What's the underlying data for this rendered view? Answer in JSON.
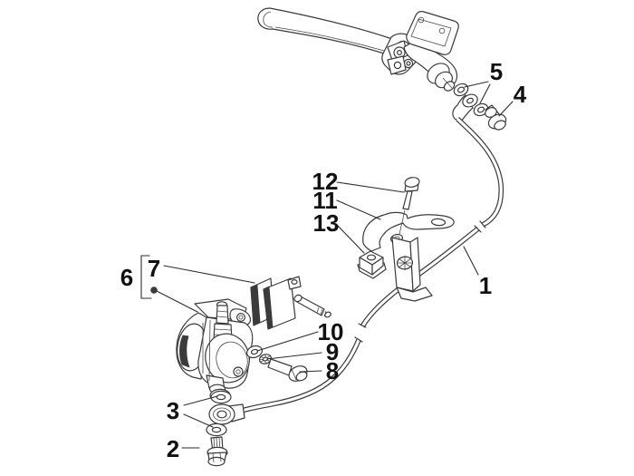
{
  "figure": {
    "background_color": "#ffffff",
    "line_color": "#3b3b3b",
    "label_color": "#111111",
    "callouts": [
      {
        "id": 1,
        "label": "1"
      },
      {
        "id": 2,
        "label": "2"
      },
      {
        "id": 3,
        "label": "3"
      },
      {
        "id": 4,
        "label": "4"
      },
      {
        "id": 5,
        "label": "5"
      },
      {
        "id": 6,
        "label": "6"
      },
      {
        "id": 7,
        "label": "7"
      },
      {
        "id": 8,
        "label": "8"
      },
      {
        "id": 9,
        "label": "9"
      },
      {
        "id": 10,
        "label": "10"
      },
      {
        "id": 11,
        "label": "11"
      },
      {
        "id": 12,
        "label": "12"
      },
      {
        "id": 13,
        "label": "13"
      }
    ]
  }
}
